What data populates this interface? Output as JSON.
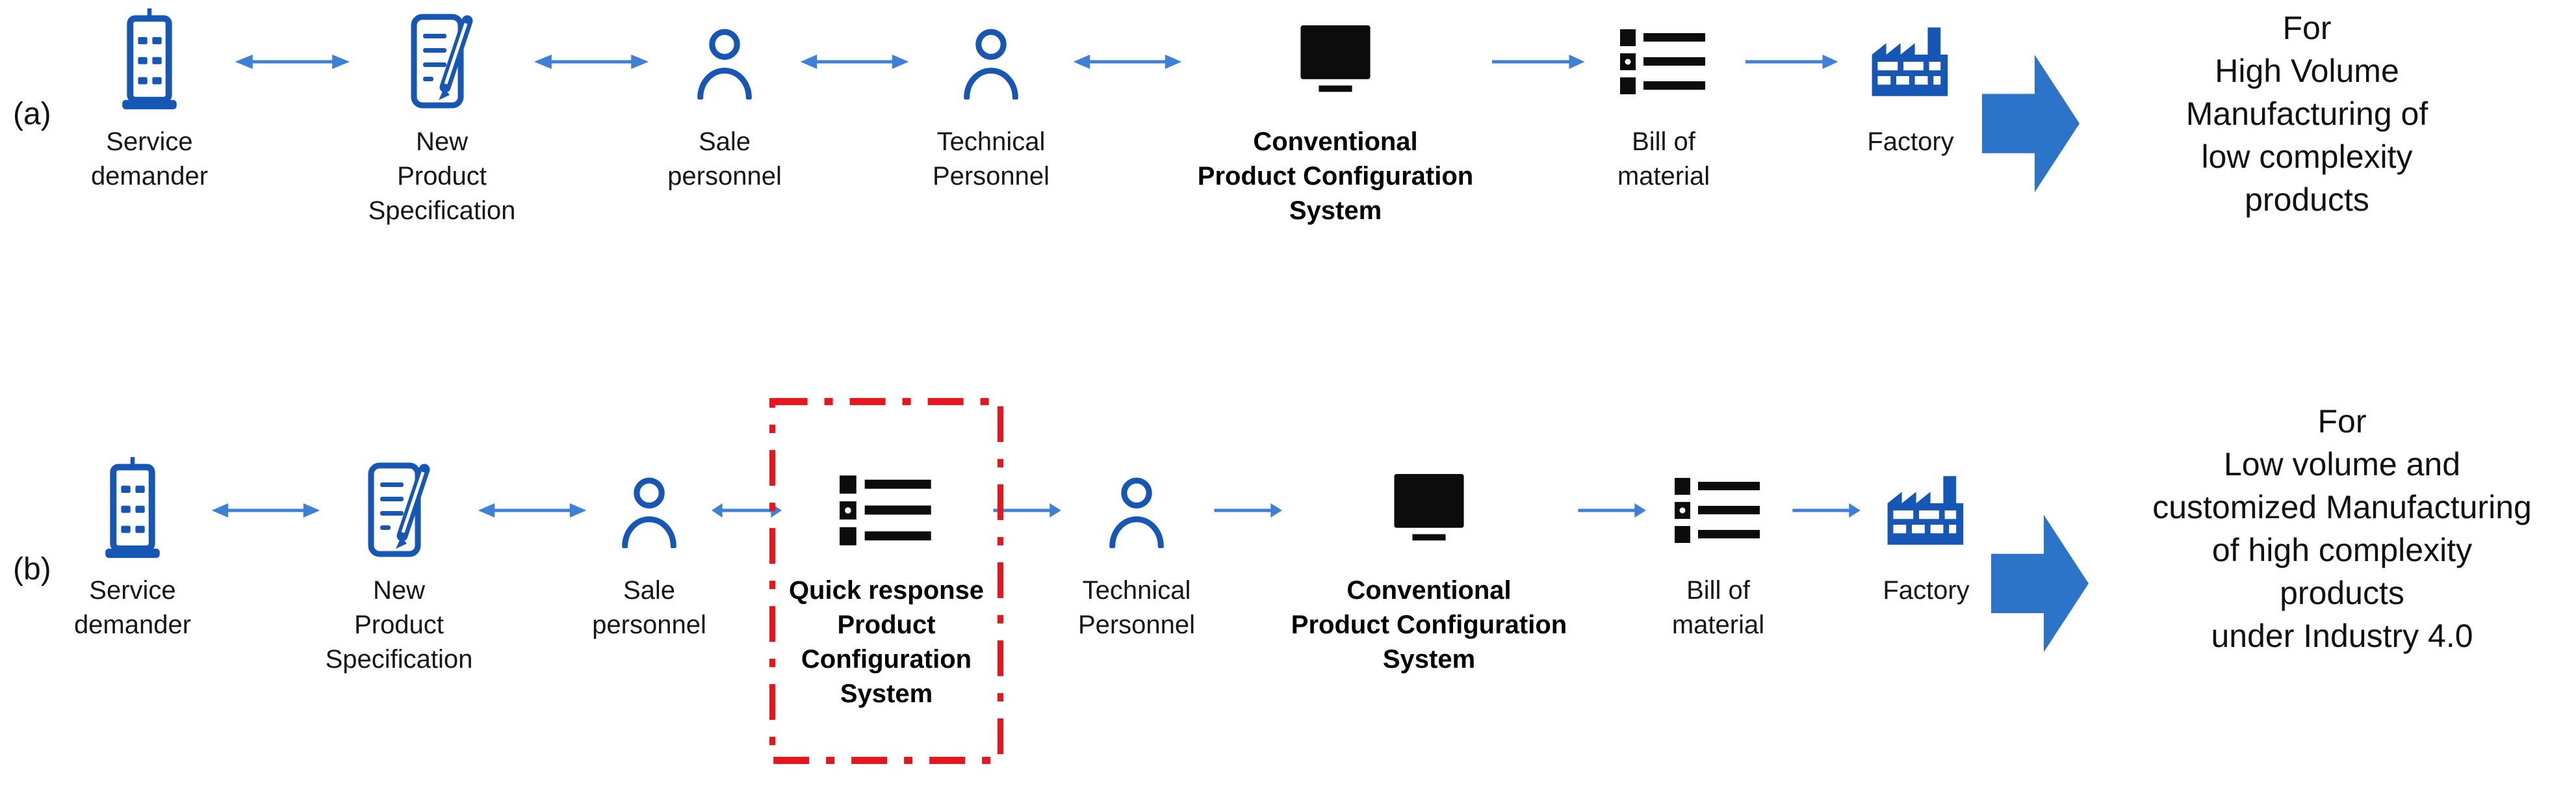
{
  "colors": {
    "icon_blue": "#1656b4",
    "thin_arrow_blue": "#3e7fd8",
    "block_arrow_blue": "#2b74c9",
    "highlight_red": "#e8161c",
    "text": "#151515"
  },
  "icons": [
    "building-icon",
    "document-pen-icon",
    "person-icon",
    "monitor-icon",
    "bom-list-icon",
    "factory-icon",
    "block-arrow-shape",
    "red-dashdot-box"
  ],
  "rows": [
    {
      "tag": "(a)",
      "nodes": [
        {
          "icon": "building-icon",
          "label": "Service\ndemander"
        },
        {
          "icon": "document-pen-icon",
          "label": "New\nProduct\nSpecification"
        },
        {
          "icon": "person-icon",
          "label": "Sale\npersonnel"
        },
        {
          "icon": "person-icon",
          "label": "Technical\nPersonnel"
        },
        {
          "icon": "monitor-icon",
          "label": "Conventional\nProduct Configuration\nSystem"
        },
        {
          "icon": "bom-list-icon",
          "label": "Bill of\nmaterial"
        },
        {
          "icon": "factory-icon",
          "label": "Factory"
        }
      ],
      "outcome": "For\nHigh Volume\nManufacturing of\nlow complexity\nproducts"
    },
    {
      "tag": "(b)",
      "nodes": [
        {
          "icon": "building-icon",
          "label": "Service\ndemander"
        },
        {
          "icon": "document-pen-icon",
          "label": "New\nProduct\nSpecification"
        },
        {
          "icon": "person-icon",
          "label": "Sale\npersonnel"
        },
        {
          "icon": "bom-list-icon",
          "label": "Quick response\nProduct\nConfiguration\nSystem",
          "highlighted": true
        },
        {
          "icon": "person-icon",
          "label": "Technical\nPersonnel"
        },
        {
          "icon": "monitor-icon",
          "label": "Conventional\nProduct Configuration\nSystem"
        },
        {
          "icon": "bom-list-icon",
          "label": "Bill of\nmaterial"
        },
        {
          "icon": "factory-icon",
          "label": "Factory"
        }
      ],
      "outcome": "For\nLow volume and\ncustomized Manufacturing\nof high complexity\nproducts\nunder Industry 4.0"
    }
  ]
}
